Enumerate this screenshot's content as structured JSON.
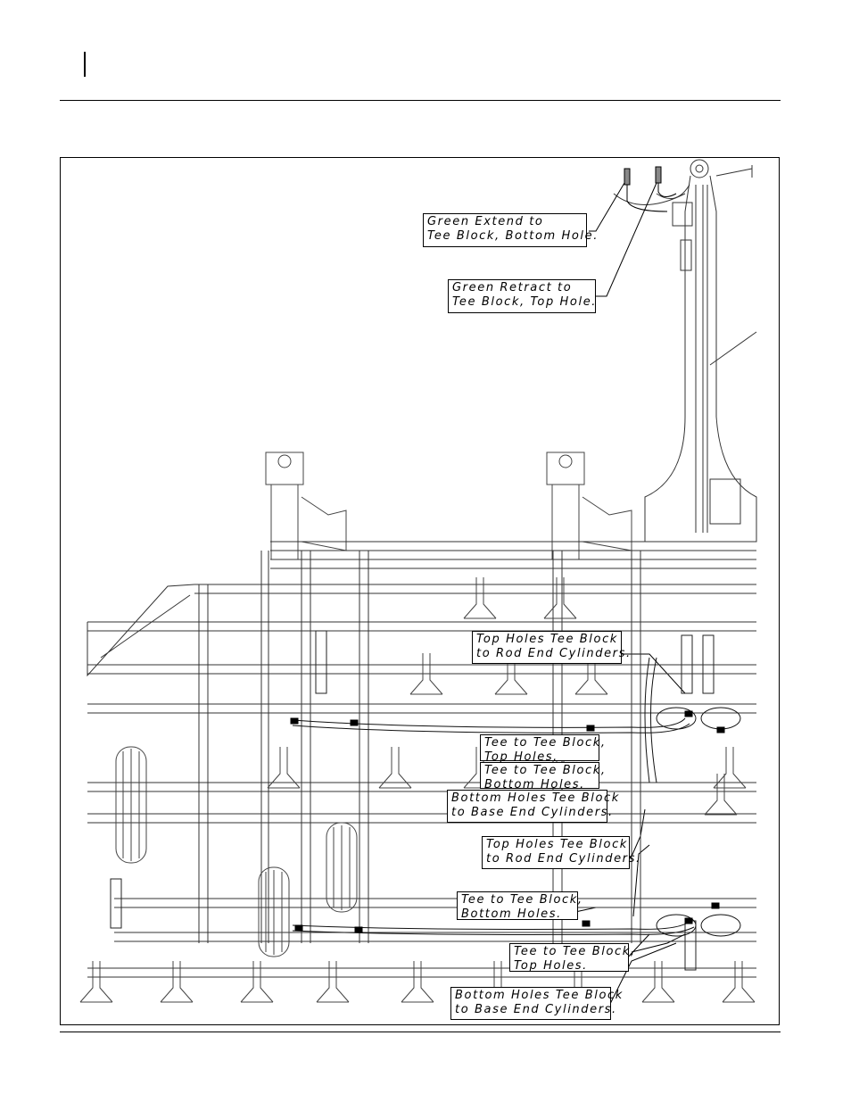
{
  "callouts": [
    {
      "id": "green-extend",
      "lines": [
        "Green Extend to",
        "Tee Block, Bottom Hole."
      ]
    },
    {
      "id": "green-retract",
      "lines": [
        "Green Retract to",
        "Tee Block, Top Hole."
      ]
    },
    {
      "id": "top-holes-rod-1",
      "lines": [
        "Top Holes Tee Block",
        "to Rod End Cylinders."
      ]
    },
    {
      "id": "tee-top-1",
      "lines": [
        "Tee to Tee Block,",
        "Top Holes."
      ]
    },
    {
      "id": "tee-bottom-1",
      "lines": [
        "Tee to Tee Block,",
        "Bottom Holes."
      ]
    },
    {
      "id": "bottom-holes-base-1",
      "lines": [
        "Bottom Holes Tee Block",
        "to Base End Cylinders."
      ]
    },
    {
      "id": "top-holes-rod-2",
      "lines": [
        "Top Holes Tee Block",
        "to Rod End Cylinders."
      ]
    },
    {
      "id": "tee-bottom-2",
      "lines": [
        "Tee to Tee Block,",
        "Bottom Holes."
      ]
    },
    {
      "id": "tee-top-2",
      "lines": [
        "Tee to Tee Block,",
        "Top Holes."
      ]
    },
    {
      "id": "bottom-holes-base-2",
      "lines": [
        "Bottom Holes Tee Block",
        "to Base End Cylinders."
      ]
    }
  ]
}
